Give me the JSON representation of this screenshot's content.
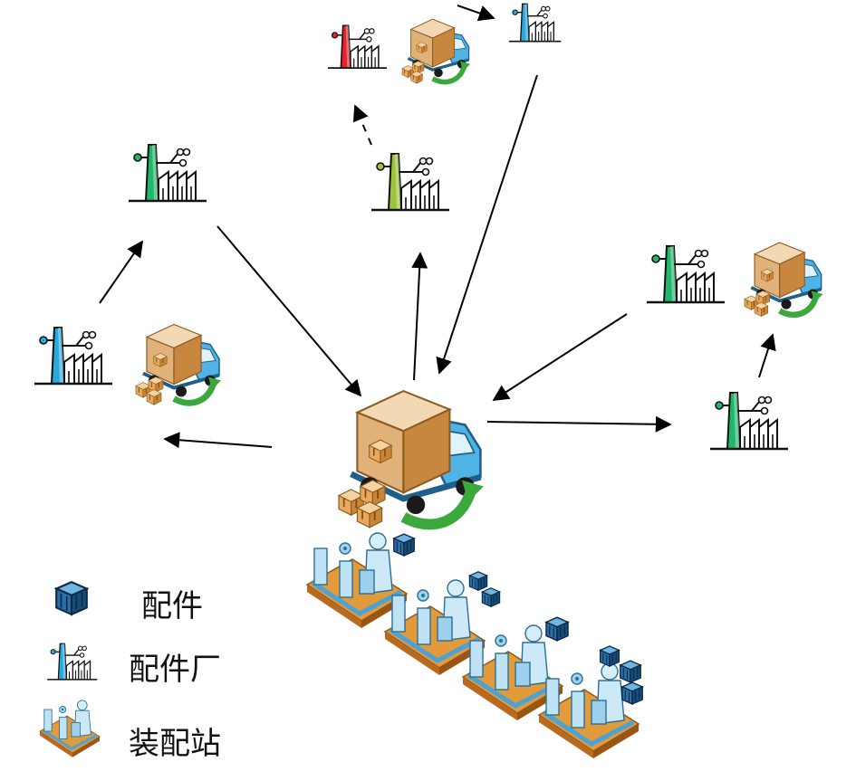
{
  "legend": {
    "items": [
      {
        "label": "配件",
        "icon": "part-box-icon"
      },
      {
        "label": "配件厂",
        "icon": "factory-icon"
      },
      {
        "label": "装配站",
        "icon": "assembly-station-icon"
      }
    ]
  },
  "colors": {
    "factory_blue": "#2aa8e0",
    "factory_green": "#1fb86a",
    "factory_lime": "#9cc43a",
    "factory_red": "#e8202a",
    "truck_box": "#d49a4e",
    "truck_cab": "#2a8fc4",
    "arrow_green": "#3aa83a",
    "line": "#000000"
  }
}
